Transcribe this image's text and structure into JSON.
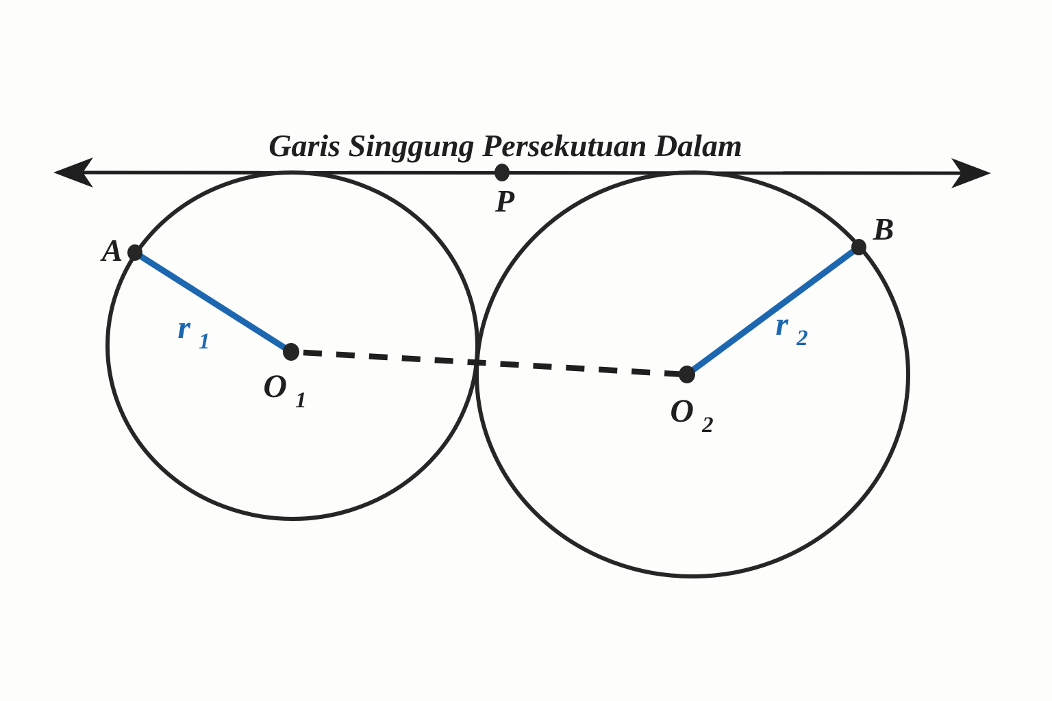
{
  "title": "Garis Singgung Persekutuan Dalam",
  "labels": {
    "point_a": "A",
    "point_b": "B",
    "point_p": "P",
    "center1_base": "O",
    "center1_sub": "1",
    "center2_base": "O",
    "center2_sub": "2",
    "radius1_base": "r",
    "radius1_sub": "1",
    "radius2_base": "r",
    "radius2_sub": "2"
  },
  "colors": {
    "ink": "#1f1f1f",
    "circle_stroke": "#262626",
    "dot_fill": "#262626",
    "radius_blue": "#1c67b0",
    "background": "#fdfdfc"
  }
}
